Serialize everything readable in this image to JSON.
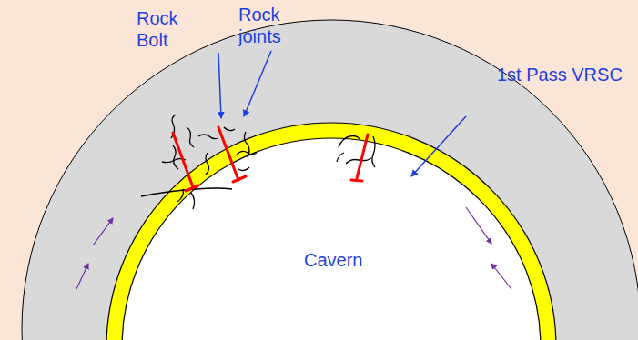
{
  "diagram": {
    "labels": [
      "Rock Bolt",
      "Rock joints",
      "1st Pass VRSC",
      "Cavern"
    ]
  }
}
